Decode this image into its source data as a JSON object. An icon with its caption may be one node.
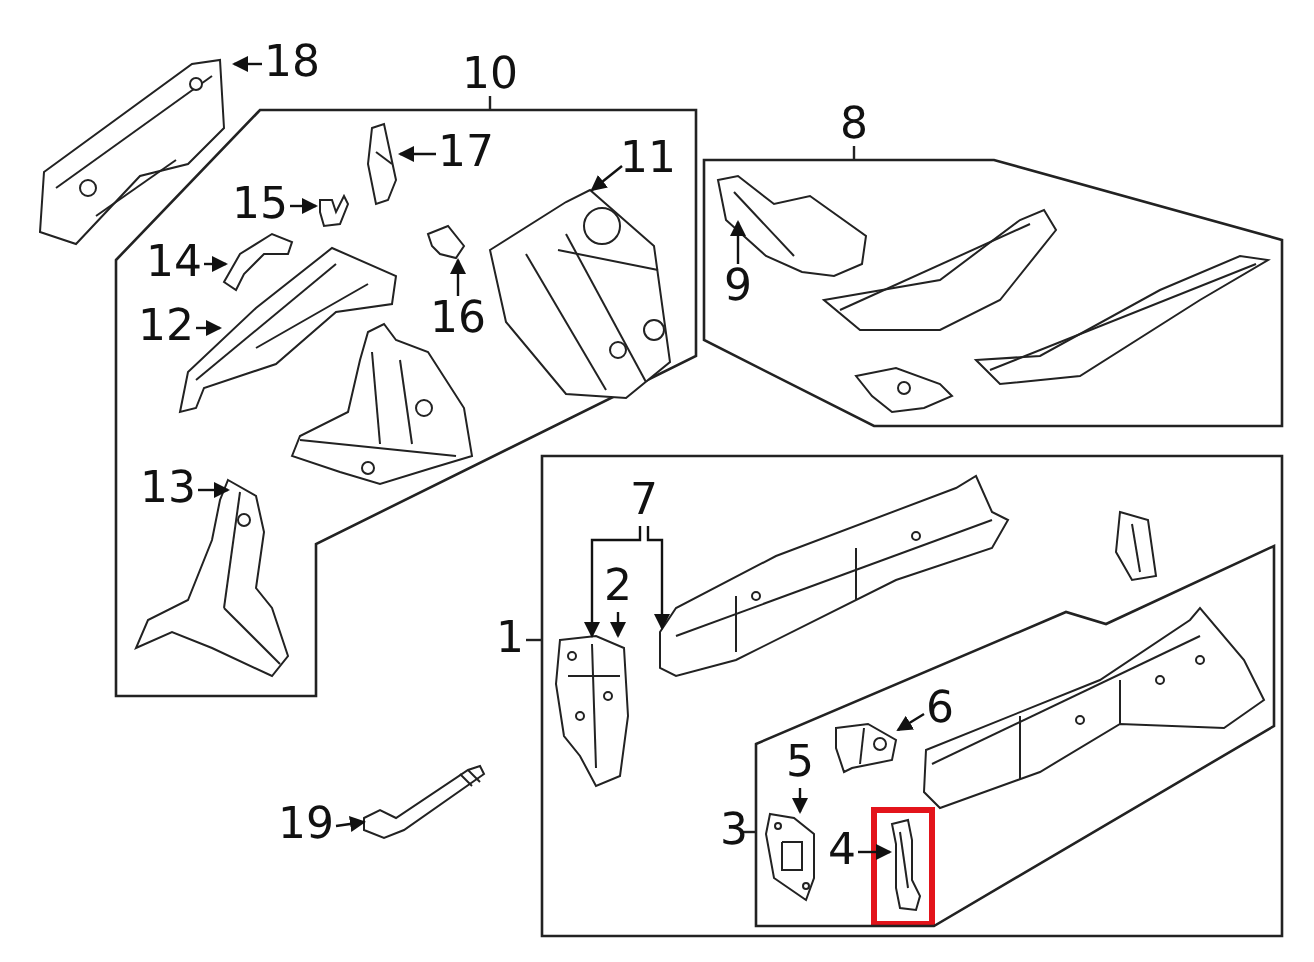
{
  "diagram": {
    "nodes": [
      {
        "text": [
          "18"
        ]
      },
      {
        "text": [],
        "shape": "picture"
      },
      {
        "text": [
          "10"
        ]
      },
      {
        "text": [
          "17"
        ],
        "in": 2
      },
      {
        "text": [],
        "shape": "picture",
        "in": 2
      },
      {
        "text": [
          "11"
        ],
        "in": 2
      },
      {
        "text": [],
        "shape": "picture",
        "in": 2
      },
      {
        "text": [
          "15"
        ],
        "in": 2
      },
      {
        "text": [],
        "shape": "picture",
        "in": 2
      },
      {
        "text": [
          "14"
        ],
        "in": 2
      },
      {
        "text": [],
        "shape": "picture",
        "in": 2
      },
      {
        "text": [
          "12"
        ],
        "in": 2
      },
      {
        "text": [],
        "shape": "picture",
        "in": 2
      },
      {
        "text": [
          "16"
        ],
        "in": 2
      },
      {
        "text": [],
        "shape": "picture",
        "in": 2
      },
      {
        "text": [
          "13"
        ],
        "in": 2
      },
      {
        "text": [],
        "shape": "picture",
        "in": 2
      },
      {
        "text": [
          "8"
        ]
      },
      {
        "text": [
          "9"
        ],
        "in": 17
      },
      {
        "text": [],
        "shape": "picture",
        "in": 17
      },
      {
        "text": [
          "1"
        ]
      },
      {
        "text": [
          "7"
        ],
        "in": 20
      },
      {
        "text": [
          "2"
        ],
        "in": 20
      },
      {
        "text": [],
        "shape": "picture",
        "in": 20
      },
      {
        "text": [],
        "shape": "picture",
        "in": 20
      },
      {
        "text": [
          "3"
        ],
        "in": 20
      },
      {
        "text": [
          "6"
        ],
        "in": 25
      },
      {
        "text": [],
        "shape": "picture",
        "in": 25
      },
      {
        "text": [
          "5"
        ],
        "in": 25
      },
      {
        "text": [],
        "shape": "picture",
        "in": 25
      },
      {
        "text": [
          "4"
        ],
        "in": 25
      },
      {
        "text": [],
        "shape": "picture",
        "in": 25
      },
      {
        "text": [
          "19"
        ]
      },
      {
        "text": [],
        "shape": "picture"
      }
    ],
    "edges": [
      {
        "from": 0,
        "to": 1,
        "arrow": "to"
      },
      {
        "from": 3,
        "to": 4,
        "arrow": "to"
      },
      {
        "from": 5,
        "to": 6,
        "arrow": "to"
      },
      {
        "from": 7,
        "to": 8,
        "arrow": "to"
      },
      {
        "from": 9,
        "to": 10,
        "arrow": "to"
      },
      {
        "from": 11,
        "to": 12,
        "arrow": "to"
      },
      {
        "from": 13,
        "to": 14,
        "arrow": "to"
      },
      {
        "from": 15,
        "to": 16,
        "arrow": "to"
      },
      {
        "from": 18,
        "to": 19,
        "arrow": "to"
      },
      {
        "from": 21,
        "to": 23,
        "arrow": "to"
      },
      {
        "from": 21,
        "to": 24,
        "arrow": "to"
      },
      {
        "from": 22,
        "to": 23,
        "arrow": "to"
      },
      {
        "from": 26,
        "to": 27,
        "arrow": "to"
      },
      {
        "from": 28,
        "to": 29,
        "arrow": "to"
      },
      {
        "from": 30,
        "to": 31,
        "arrow": "to"
      },
      {
        "from": 32,
        "to": 33,
        "arrow": "to"
      }
    ]
  }
}
